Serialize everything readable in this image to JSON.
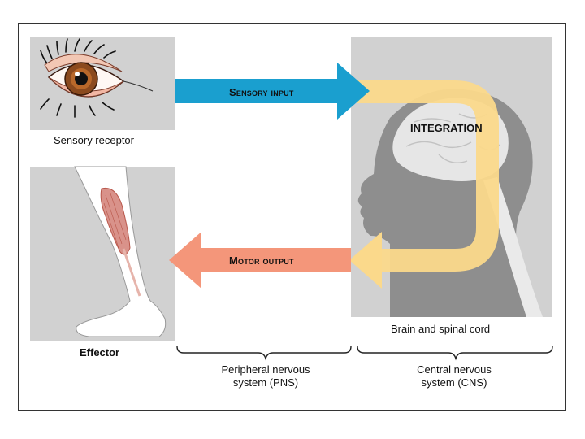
{
  "diagram": {
    "sensory_input": "Sensory input",
    "motor_output": "Motor output",
    "integration": "INTEGRATION",
    "sensory_receptor": "Sensory receptor",
    "effector": "Effector",
    "brain_spinal_cord": "Brain and spinal cord",
    "pns_line1": "Peripheral nervous",
    "pns_line2": "system (PNS)",
    "cns_line1": "Central nervous",
    "cns_line2": "system (CNS)"
  },
  "colors": {
    "sensory_arrow": "#1a9fcf",
    "motor_arrow": "#f4967a",
    "integration_loop": "#fbd98b",
    "panel_bg": "#d1d1d1",
    "head_silhouette": "#8e8e8e",
    "brain": "#e8e8e8"
  }
}
